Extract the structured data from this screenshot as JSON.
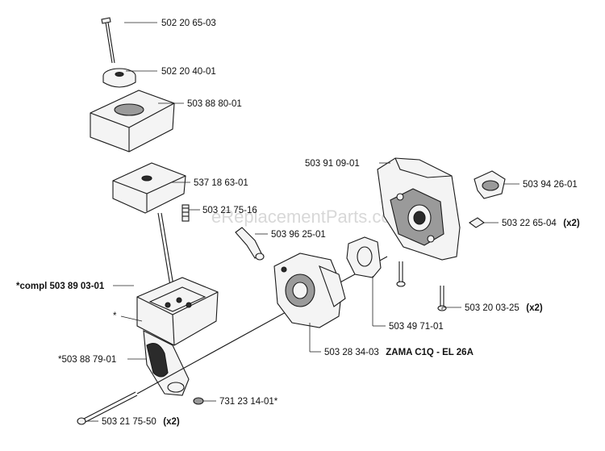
{
  "watermark": "eReplacementParts.com",
  "labels": {
    "l1": "502 20 65-03",
    "l2": "502 20 40-01",
    "l3": "503 88 80-01",
    "l4": "537 18 63-01",
    "l5": "503 21 75-16",
    "l6": "503 96 25-01",
    "l7": "503 91 09-01",
    "l8": "503 94 26-01",
    "l9_num": "503 22 65-04",
    "l9_qty": "(x2)",
    "l10_num": "503 20 03-25",
    "l10_qty": "(x2)",
    "l11": "503 49 71-01",
    "l12_num": "503 28 34-03",
    "l12_desc": "ZAMA C1Q - EL 26A",
    "l13": "*compl 503 89 03-01",
    "l14": "*",
    "l15": "*503 88 79-01",
    "l16": "731 23 14-01*",
    "l17_num": "503 21 75-50",
    "l17_qty": "(x2)"
  }
}
